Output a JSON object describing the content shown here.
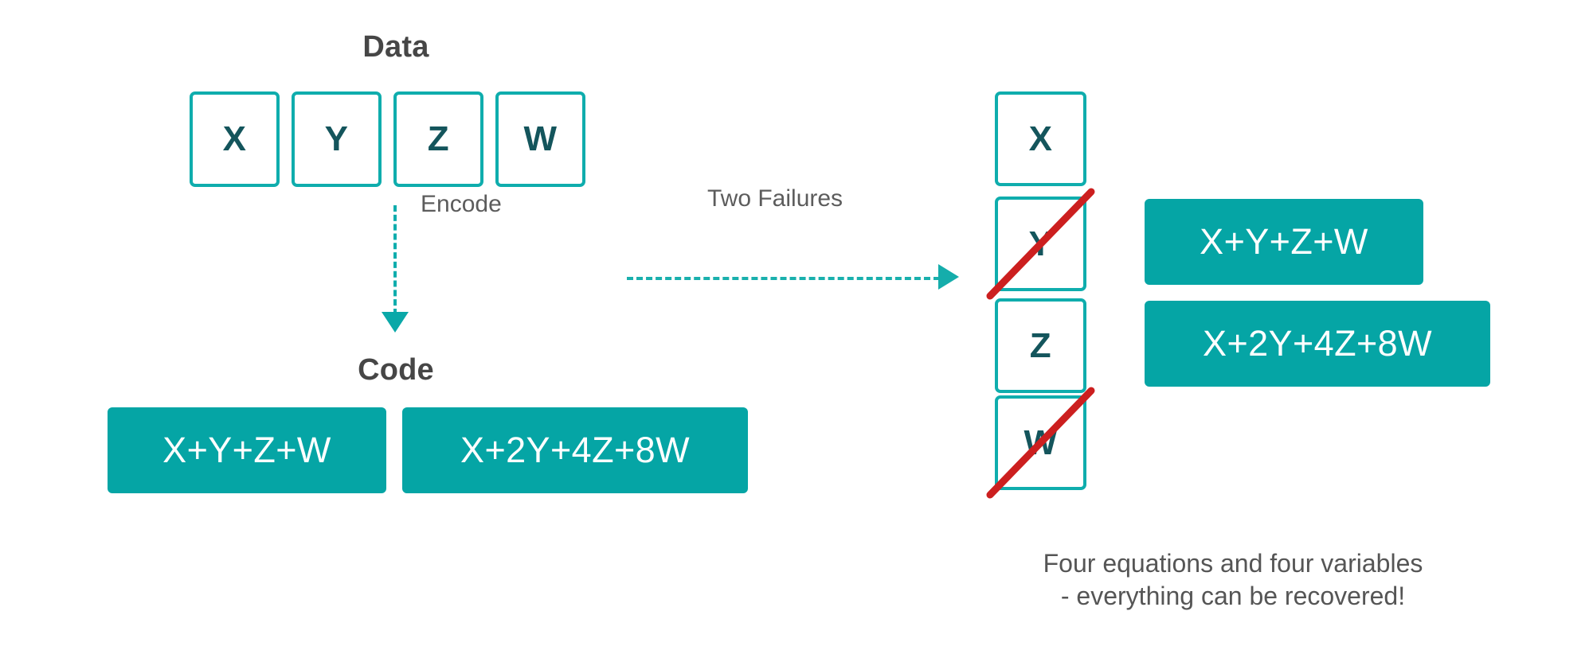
{
  "diagram": {
    "title_data": "Data",
    "title_code": "Code",
    "encode_label": "Encode",
    "failures_label": "Two Failures",
    "caption_line1": "Four equations and four variables",
    "caption_line2": "- everything can be recovered!"
  },
  "colors": {
    "teal_border": "#0FADAD",
    "teal_fill": "#05A5A5",
    "letter_color": "#14555C",
    "heading_color": "#464646",
    "label_color": "#5C5C5C",
    "strike_red": "#CC1F1F",
    "background": "#FFFFFF"
  },
  "data_blocks": [
    {
      "label": "X"
    },
    {
      "label": "Y"
    },
    {
      "label": "Z"
    },
    {
      "label": "W"
    }
  ],
  "code_blocks": [
    {
      "label": "X+Y+Z+W"
    },
    {
      "label": "X+2Y+4Z+8W"
    }
  ],
  "failed_blocks": [
    {
      "label": "X",
      "failed": false
    },
    {
      "label": "Y",
      "failed": true
    },
    {
      "label": "Z",
      "failed": false
    },
    {
      "label": "W",
      "failed": true
    }
  ],
  "recovery_code_blocks": [
    {
      "label": "X+Y+Z+W"
    },
    {
      "label": "X+2Y+4Z+8W"
    }
  ]
}
